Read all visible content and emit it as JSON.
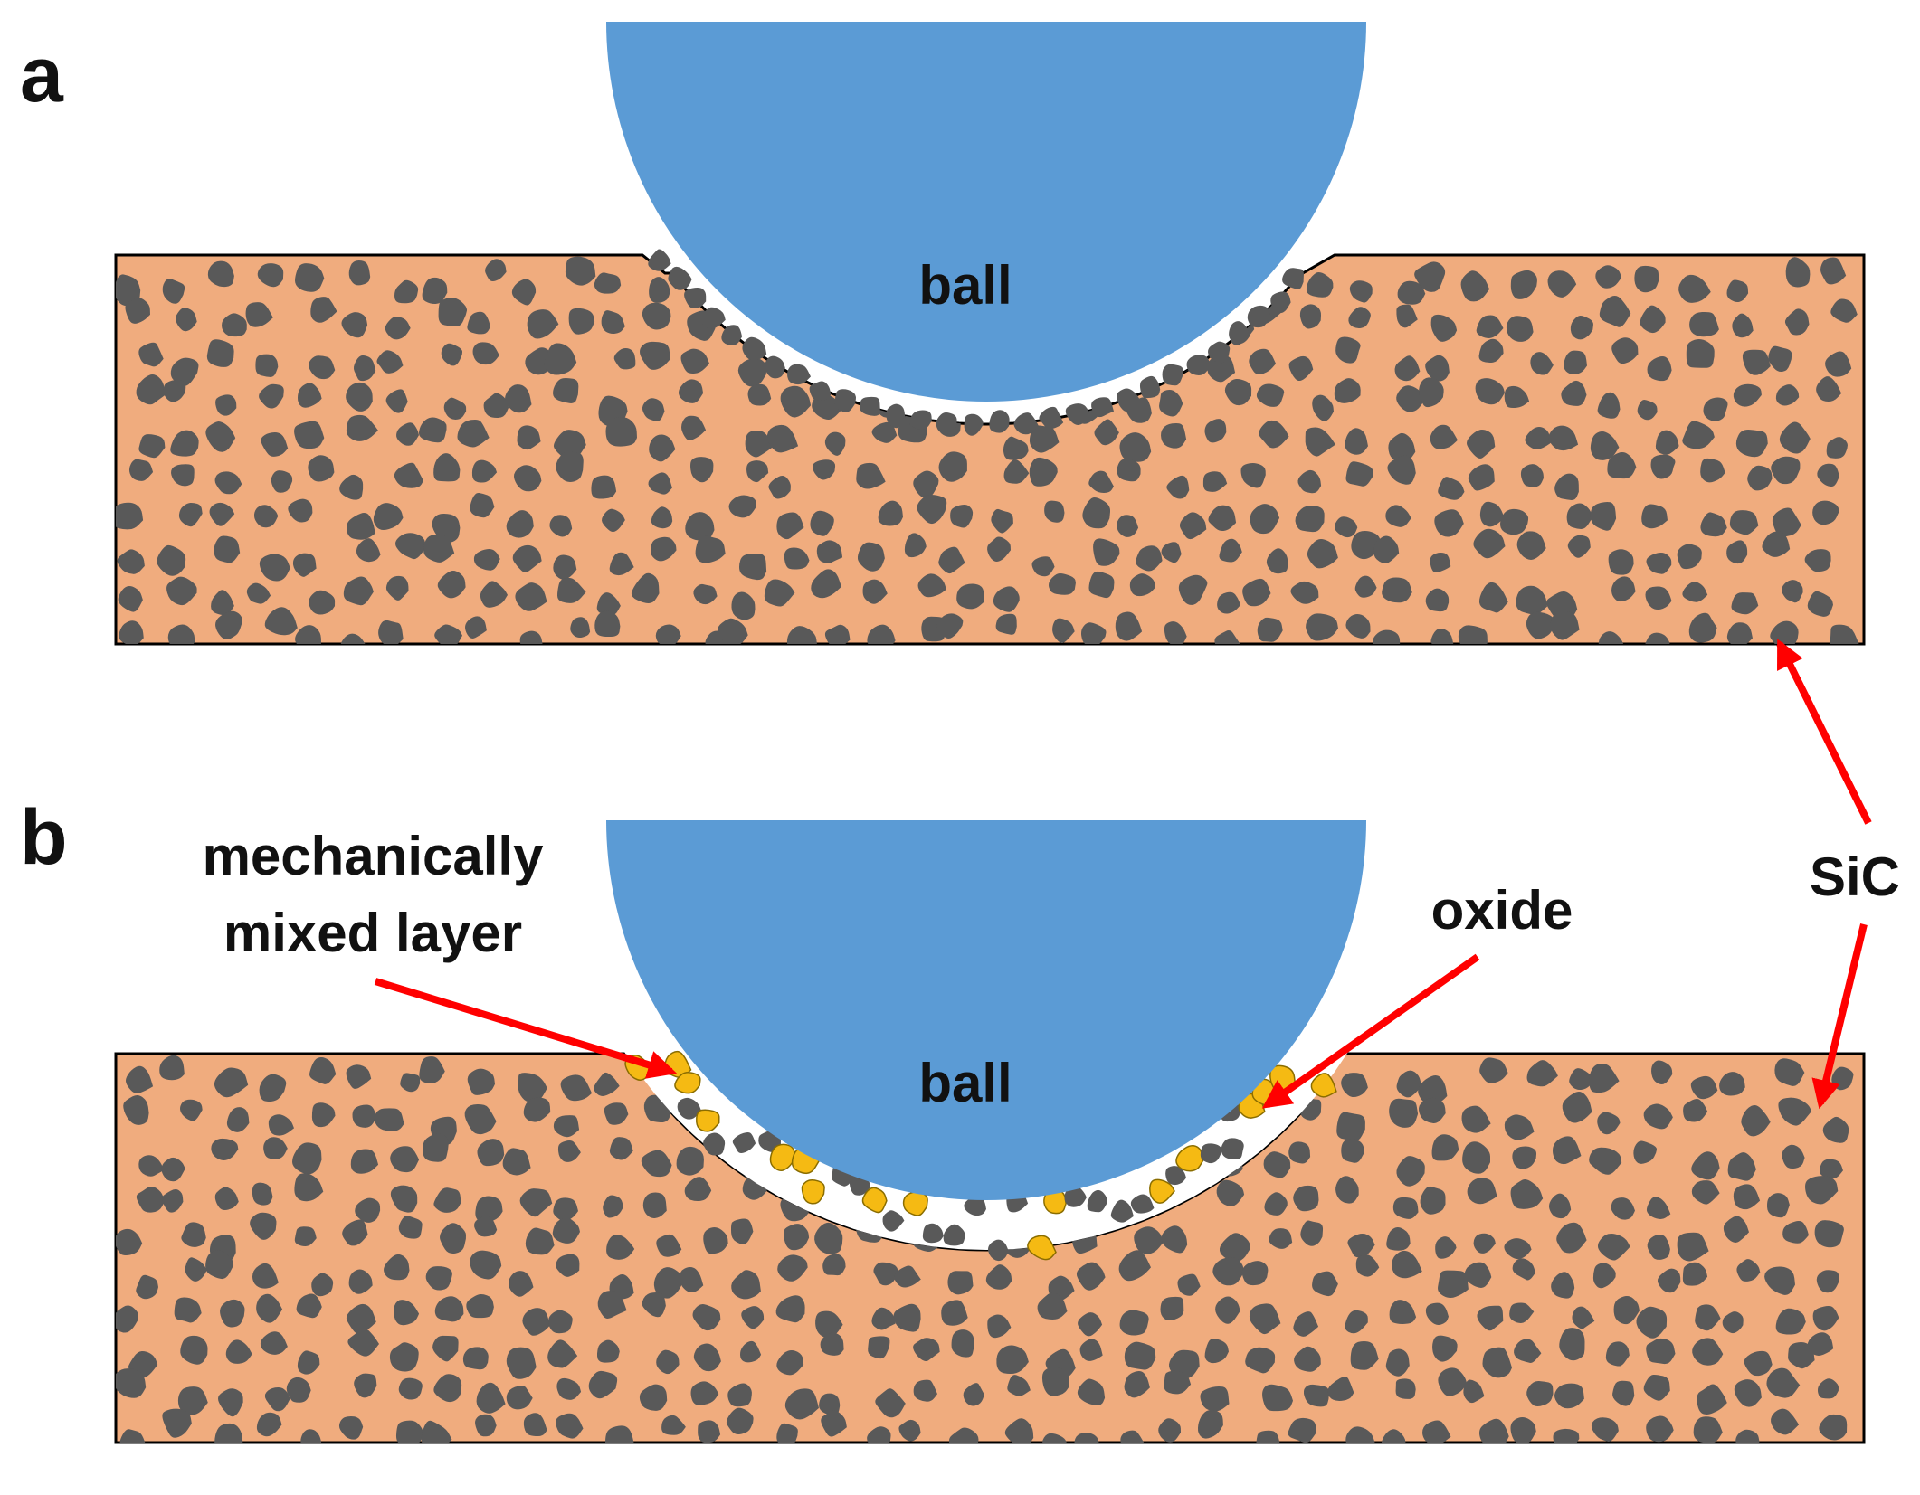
{
  "panels": [
    {
      "letter": "a",
      "ball_label": "ball"
    },
    {
      "letter": "b",
      "ball_label": "ball"
    }
  ],
  "annotations": {
    "mml_line1": "mechanically",
    "mml_line2": "mixed layer",
    "oxide": "oxide",
    "sic": "SiC"
  },
  "colors": {
    "matrix": "#F0AC7E",
    "particle": "#595959",
    "ball": "#5B9BD5",
    "oxide": "#F5BA13",
    "arrow": "#FF0000",
    "outline": "#000000"
  }
}
